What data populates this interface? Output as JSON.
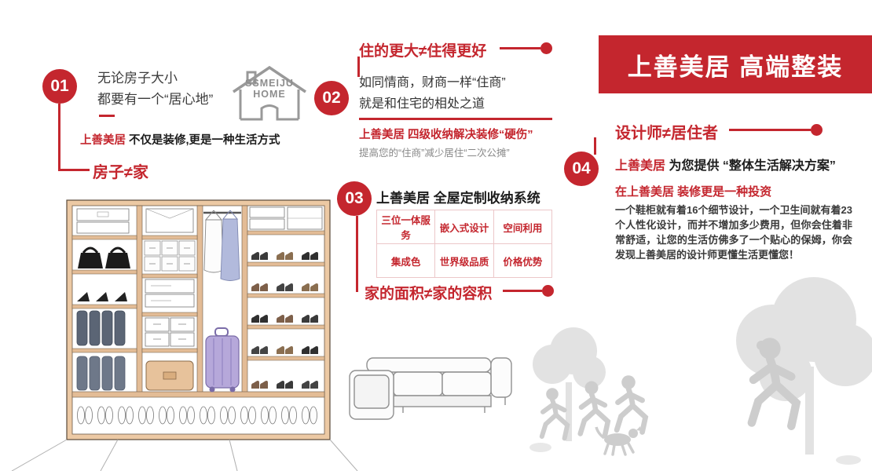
{
  "colors": {
    "accent": "#c4262e"
  },
  "banner": {
    "title": "上善美居 高端整装"
  },
  "house_logo": {
    "line1": "SSMEIJU",
    "line2": "HOME"
  },
  "section1": {
    "num": "01",
    "text_line1": "无论房子大小",
    "text_line2": "都要有一个“居心地”",
    "slogan_brand": "上善美居",
    "slogan_rest": "不仅是装修,更是一种生活方式",
    "label": "房子≠家"
  },
  "section2": {
    "num": "02",
    "header": "住的更大≠住得更好",
    "body_line1": "如同情商，财商一样“住商”",
    "body_line2": "就是和住宅的相处之道",
    "note_red": "上善美居 四级收纳解决装修“硬伤”",
    "note_gray": "提高您的“住商”减少居住“二次公摊”"
  },
  "section3": {
    "num": "03",
    "title": "上善美居 全屋定制收纳系统",
    "grid": [
      "三位一体服务",
      "嵌入式设计",
      "空间利用",
      "集成色",
      "世界级品质",
      "价格优势"
    ],
    "label": "家的面积≠家的容积"
  },
  "section4": {
    "num": "04",
    "header": "设计师≠居住者",
    "lead_brand": "上善美居",
    "lead_mid": " 为您提供 ",
    "lead_quote": "“整体生活解决方案”",
    "note_red": "在上善美居 装修更是一种投资",
    "paragraph": "一个鞋柜就有着16个细节设计，一个卫生间就有着23个人性化设计，而并不增加多少费用，但你会住着非常舒适，让您的生活仿佛多了一个贴心的保姆，你会发现上善美居的设计师更懂生活更懂您！"
  }
}
